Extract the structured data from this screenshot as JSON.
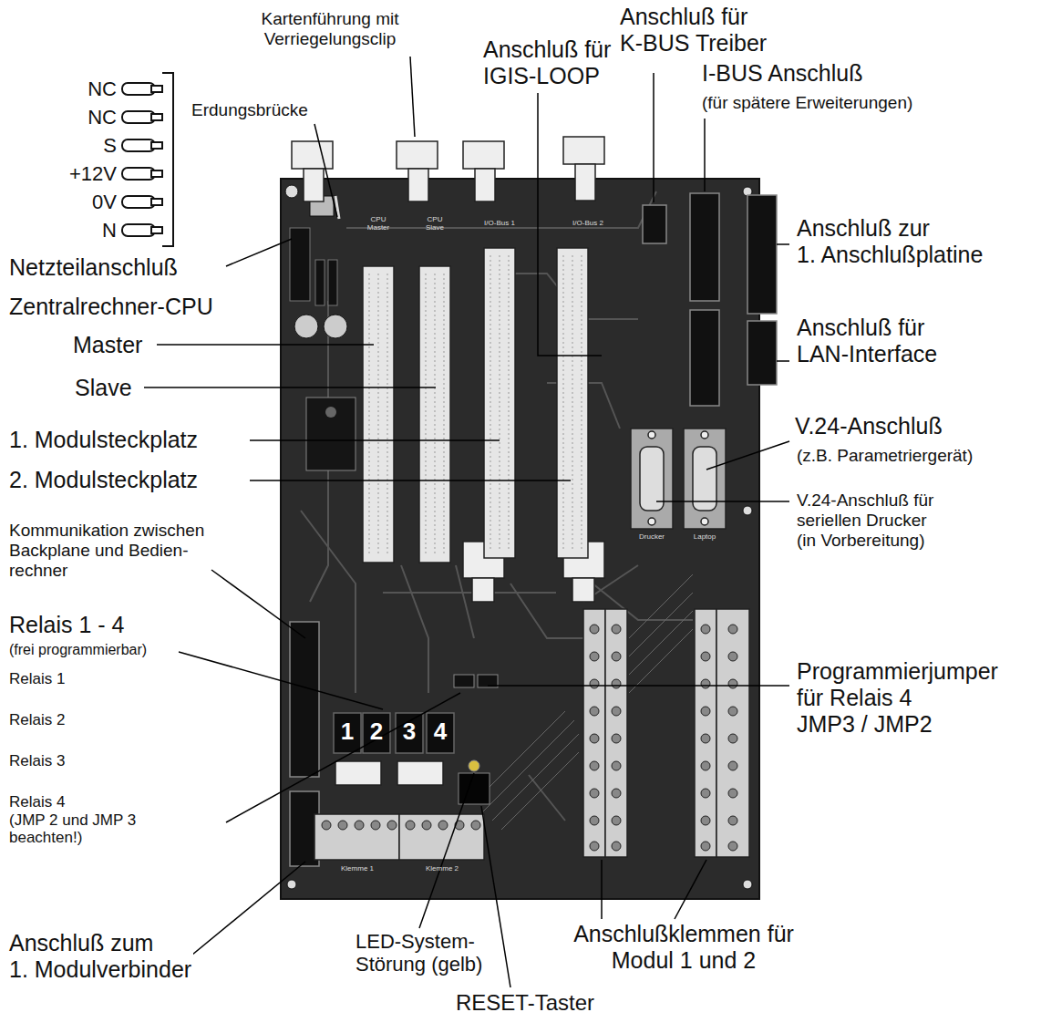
{
  "diagram": {
    "labels": [
      "NC",
      "NC",
      "S",
      "+12V",
      "0V",
      "N",
      "Kartenführung mit Verriegelungsclip",
      "Erdungsbrücke",
      "Anschluß für IGIS-LOOP",
      "Anschluß für K-BUS Treiber",
      "I-BUS Anschluß",
      "(für spätere Erweiterungen)",
      "Netzteilanschluß",
      "Zentralrechner-CPU",
      "Master",
      "Slave",
      "1. Modulsteckplatz",
      "2. Modulsteckplatz",
      "Kommunikation zwischen Backplane und Bedien-rechner",
      "Relais 1 - 4",
      "(frei programmierbar)",
      "Relais 1",
      "Relais 2",
      "Relais 3",
      "Relais 4 (JMP 2 und JMP 3 beachten!)",
      "Anschluß zum 1. Modulverbinder",
      "LED-System-Störung (gelb)",
      "RESET-Taster",
      "Anschlußklemmen für Modul 1 und 2",
      "Anschluß zur 1. Anschlußplatine",
      "Anschluß für LAN-Interface",
      "V.24-Anschluß",
      "(z.B. Parametriergerät)",
      "V.24-Anschluß für seriellen Drucker (in Vorbereitung)",
      "Programmierjumper für Relais 4 JMP3 / JMP2",
      "1",
      "2",
      "3",
      "4",
      "CPU Master",
      "CPU Slave",
      "I/O-Bus 1",
      "I/O-Bus 2",
      "Drucker",
      "Laptop",
      "Klemme 1",
      "Klemme 2"
    ]
  }
}
